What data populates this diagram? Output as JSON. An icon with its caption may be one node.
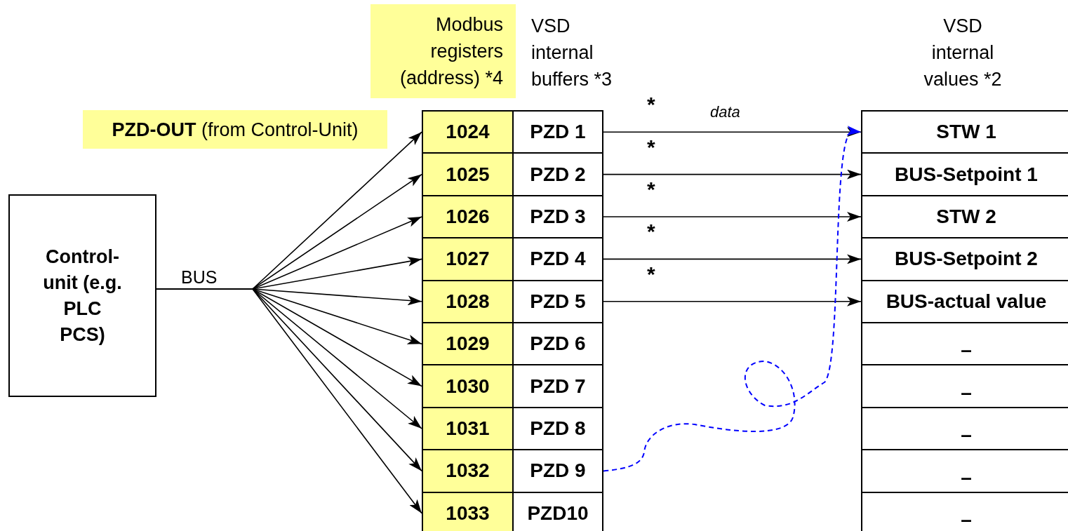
{
  "diagram": {
    "nodes": [
      {
        "text": [
          "Modbus registers (address) *4"
        ]
      },
      {
        "text": [
          "**PZD-OUT** (from Control-Unit)"
        ]
      },
      {
        "text": [
          "Control- unit (e.g. PLC PCS)"
        ]
      },
      {
        "text": [
          "1024"
        ]
      },
      {
        "text": [
          "1025"
        ]
      },
      {
        "text": [
          "1026"
        ]
      },
      {
        "text": [
          "1027"
        ]
      },
      {
        "text": [
          "1028"
        ]
      },
      {
        "text": [
          "1029"
        ]
      },
      {
        "text": [
          "1030"
        ]
      },
      {
        "text": [
          "1031"
        ]
      },
      {
        "text": [
          "1032"
        ]
      },
      {
        "text": [
          "1033"
        ]
      },
      {
        "text": [
          "PZD 1"
        ]
      },
      {
        "text": [
          "PZD 2"
        ]
      },
      {
        "text": [
          "PZD 3"
        ]
      },
      {
        "text": [
          "PZD 4"
        ]
      },
      {
        "text": [
          "PZD 5"
        ]
      },
      {
        "text": [
          "PZD 6"
        ]
      },
      {
        "text": [
          "PZD 7"
        ]
      },
      {
        "text": [
          "PZD 8"
        ]
      },
      {
        "text": [
          "PZD 9"
        ]
      },
      {
        "text": [
          "PZD10"
        ]
      },
      {
        "text": [
          "STW 1"
        ]
      },
      {
        "text": [
          "BUS-Setpoint 1"
        ]
      },
      {
        "text": [
          "STW 2"
        ]
      },
      {
        "text": [
          "BUS-Setpoint 2"
        ]
      },
      {
        "text": [
          "BUS-actual value"
        ]
      },
      {
        "text": [
          "–"
        ]
      },
      {
        "text": [
          "–"
        ]
      },
      {
        "text": [
          "–"
        ]
      },
      {
        "text": [
          "–"
        ]
      },
      {
        "text": [
          "–"
        ]
      }
    ],
    "edges": [
      {
        "from": 2,
        "to": 3,
        "arrow": "to",
        "label": "BUS"
      },
      {
        "from": 2,
        "to": 4,
        "arrow": "to"
      },
      {
        "from": 2,
        "to": 5,
        "arrow": "to"
      },
      {
        "from": 2,
        "to": 6,
        "arrow": "to"
      },
      {
        "from": 2,
        "to": 7,
        "arrow": "to"
      },
      {
        "from": 2,
        "to": 8,
        "arrow": "to"
      },
      {
        "from": 2,
        "to": 9,
        "arrow": "to"
      },
      {
        "from": 2,
        "to": 10,
        "arrow": "to"
      },
      {
        "from": 2,
        "to": 11,
        "arrow": "to"
      },
      {
        "from": 2,
        "to": 12,
        "arrow": "to"
      },
      {
        "from": 13,
        "to": 23,
        "arrow": "to",
        "label": "*"
      },
      {
        "from": 14,
        "to": 24,
        "arrow": "to",
        "label": "*"
      },
      {
        "from": 15,
        "to": 25,
        "arrow": "to",
        "label": "*"
      },
      {
        "from": 16,
        "to": 26,
        "arrow": "to",
        "label": "*"
      },
      {
        "from": 17,
        "to": 27,
        "arrow": "to",
        "label": "*"
      },
      {
        "from": 21,
        "to": 23,
        "arrow": "to",
        "style": "dashed",
        "color": "#0000ff"
      }
    ],
    "labels": [
      "VSD internal buffers *3",
      "VSD internal values *2",
      "data"
    ]
  }
}
